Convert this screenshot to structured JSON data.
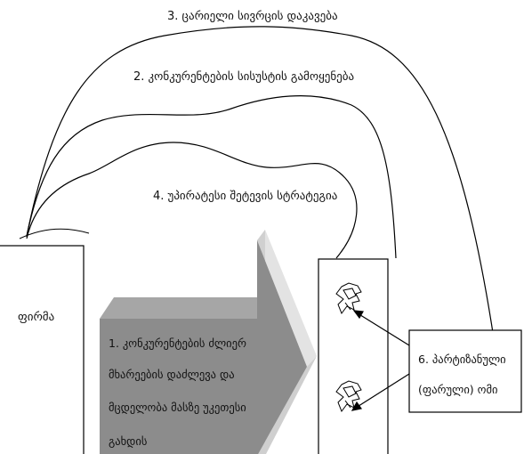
{
  "labels": {
    "strategy_3": "3. ცარიელი სივრცის დაკავება",
    "strategy_2": "2. კონკურენტების სისუსტის გამოყენება",
    "strategy_4": "4. უპირატესი შეტევის სტრატეგია",
    "firm": "ფირმა",
    "strategy_1": [
      "1. კონკურენტების ძლიერ",
      "მხარეების დაძლევა და",
      "მცდელობა მასზე უკეთესი",
      "გახდის"
    ],
    "strategy_6": [
      "6. პარტიზანული",
      "(ფარული) ომი"
    ]
  },
  "colors": {
    "stroke": "#000000",
    "arrow_light": "#d9d9d9",
    "arrow_dark": "#8c8c8c",
    "arrow_top": "#a6a6a6",
    "background": "#ffffff"
  }
}
